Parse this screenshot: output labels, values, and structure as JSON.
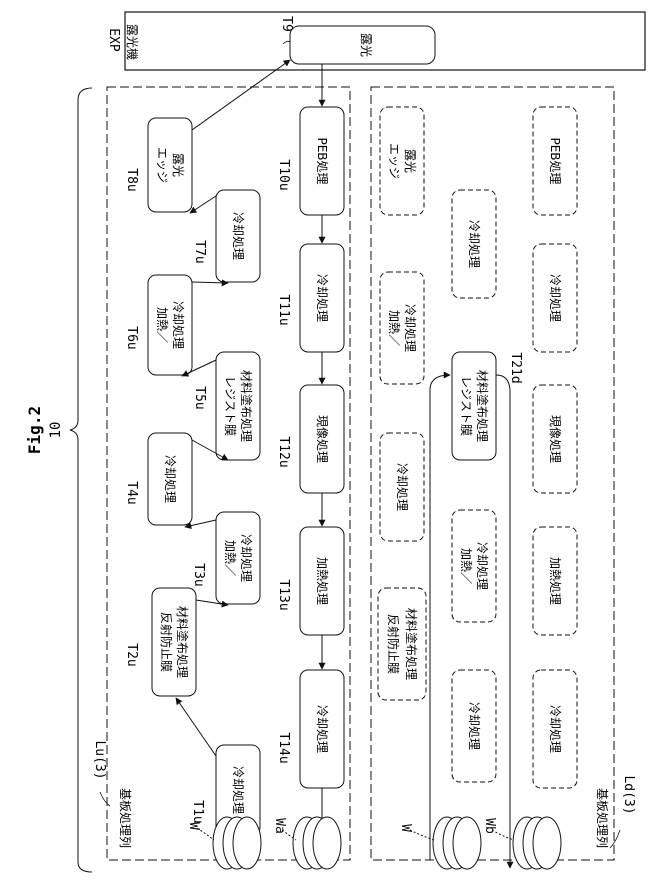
{
  "figure": {
    "label": "Fig.2",
    "ref_number": "10"
  },
  "exposure": {
    "ref": "EXP",
    "name": "露光機",
    "step_id": "T9",
    "step_label": "露光"
  },
  "upper_line": {
    "title": "基板処理列",
    "ref": "Lu(3)",
    "forward_steps": [
      {
        "id": "T1u",
        "lines": [
          "冷却処理"
        ]
      },
      {
        "id": "T2u",
        "lines": [
          "反射防止膜",
          "材料塗布処理"
        ]
      },
      {
        "id": "T3u",
        "lines": [
          "加熱／",
          "冷却処理"
        ]
      },
      {
        "id": "T4u",
        "lines": [
          "冷却処理"
        ]
      },
      {
        "id": "T5u",
        "lines": [
          "レジスト膜",
          "材料塗布処理"
        ]
      },
      {
        "id": "T6u",
        "lines": [
          "加熱／",
          "冷却処理"
        ]
      },
      {
        "id": "T7u",
        "lines": [
          "冷却処理"
        ]
      },
      {
        "id": "T8u",
        "lines": [
          "エッジ",
          "露光"
        ]
      }
    ],
    "return_steps": [
      {
        "id": "T10u",
        "lines": [
          "PEB処理"
        ]
      },
      {
        "id": "T11u",
        "lines": [
          "冷却処理"
        ]
      },
      {
        "id": "T12u",
        "lines": [
          "現像処理"
        ]
      },
      {
        "id": "T13u",
        "lines": [
          "加熱処理"
        ]
      },
      {
        "id": "T14u",
        "lines": [
          "冷却処理"
        ]
      }
    ],
    "wafer_in": "W",
    "wafer_out": "Wa"
  },
  "lower_line": {
    "title": "基板処理列",
    "ref": "Ld(3)",
    "active_step": {
      "id": "T21d",
      "lines": [
        "レジスト膜",
        "材料塗布処理"
      ]
    },
    "idle_left": [
      {
        "lines": [
          "エッジ",
          "露光"
        ]
      },
      {
        "lines": [
          "加熱／",
          "冷却処理"
        ]
      },
      {
        "lines": [
          "冷却処理"
        ]
      },
      {
        "lines": [
          "反射防止膜",
          "材料塗布処理"
        ]
      }
    ],
    "idle_middle": [
      {
        "lines": [
          "冷却処理"
        ]
      },
      {
        "lines": [
          "加熱／",
          "冷却処理"
        ]
      },
      {
        "lines": [
          "冷却処理"
        ]
      }
    ],
    "idle_right": [
      {
        "lines": [
          "PEB処理"
        ]
      },
      {
        "lines": [
          "冷却処理"
        ]
      },
      {
        "lines": [
          "現像処理"
        ]
      },
      {
        "lines": [
          "加熱処理"
        ]
      },
      {
        "lines": [
          "冷却処理"
        ]
      }
    ],
    "wafer_in": "W",
    "wafer_out": "Wb"
  }
}
